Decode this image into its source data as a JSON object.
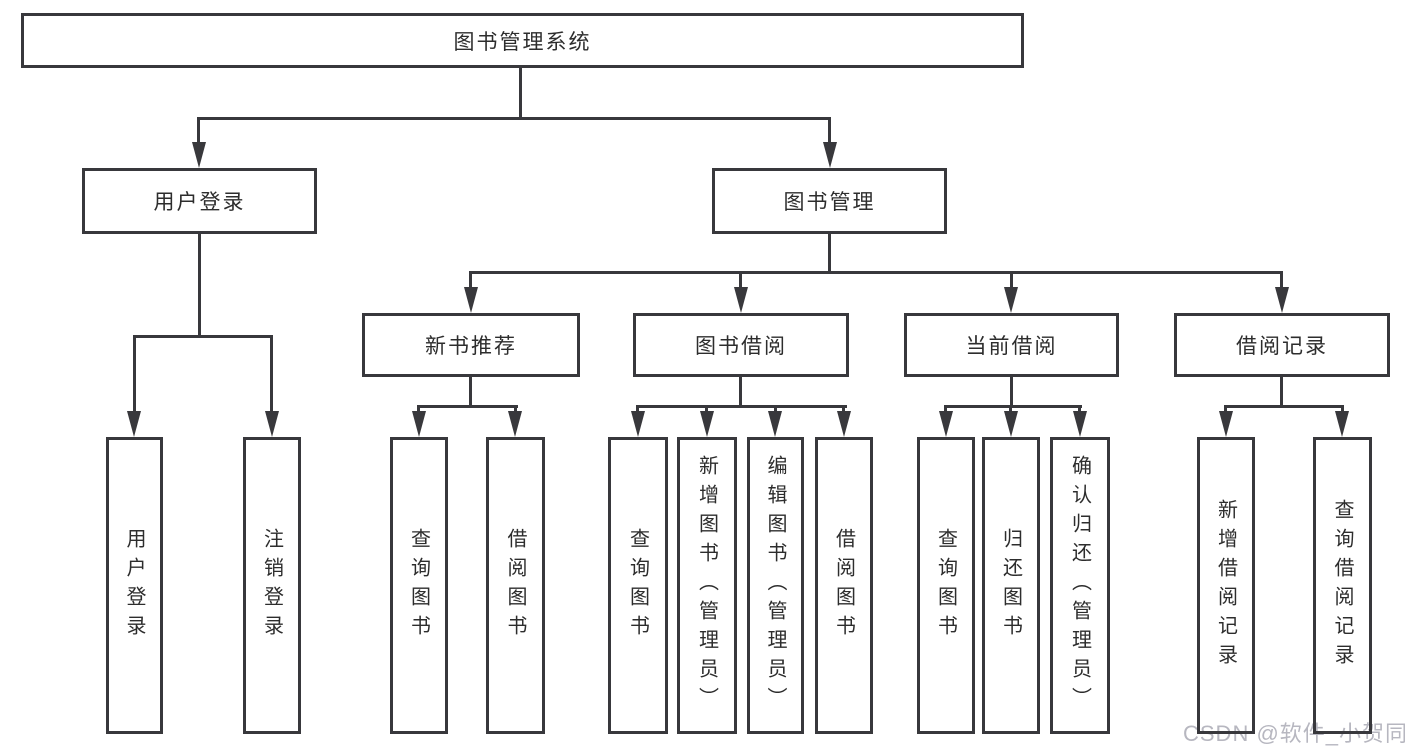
{
  "tree": {
    "label": "图书管理系统",
    "children": [
      {
        "label": "用户登录",
        "children": [
          {
            "label": "用户登录"
          },
          {
            "label": "注销登录"
          }
        ]
      },
      {
        "label": "图书管理",
        "children": [
          {
            "label": "新书推荐",
            "children": [
              {
                "label": "查询图书"
              },
              {
                "label": "借阅图书"
              }
            ]
          },
          {
            "label": "图书借阅",
            "children": [
              {
                "label": "查询图书"
              },
              {
                "label": "新增图书（管理员）"
              },
              {
                "label": "编辑图书（管理员）"
              },
              {
                "label": "借阅图书"
              }
            ]
          },
          {
            "label": "当前借阅",
            "children": [
              {
                "label": "查询图书"
              },
              {
                "label": "归还图书"
              },
              {
                "label": "确认归还（管理员）"
              }
            ]
          },
          {
            "label": "借阅记录",
            "children": [
              {
                "label": "新增借阅记录"
              },
              {
                "label": "查询借阅记录"
              }
            ]
          }
        ]
      }
    ]
  },
  "watermark": {
    "text": "CSDN @软件_小贺同学"
  },
  "colors": {
    "line": "#38383c",
    "text": "#2d2d2d",
    "background": "#ffffff",
    "watermark": "#b7b7c0"
  }
}
